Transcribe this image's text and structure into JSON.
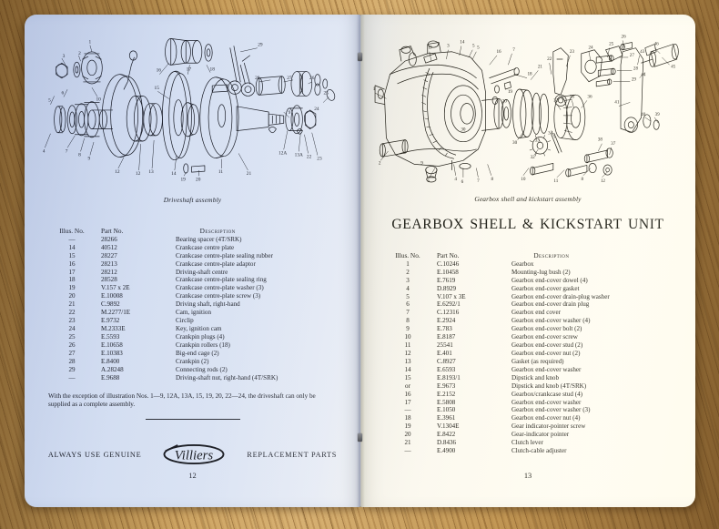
{
  "book": {
    "publisher_footer": {
      "left_text": "ALWAYS USE GENUINE",
      "logo_text": "Villiers",
      "right_text": "REPLACEMENT PARTS"
    }
  },
  "left_page": {
    "folio": "12",
    "figure_caption": "Driveshaft assembly",
    "table": {
      "headers": [
        "Illus. No.",
        "Part No.",
        "Description"
      ],
      "rows": [
        {
          "illus": "—",
          "part": "28266",
          "desc": "Bearing spacer (4T/SRK)"
        },
        {
          "illus": "14",
          "part": "40512",
          "desc": "Crankcase centre plate"
        },
        {
          "illus": "15",
          "part": "28227",
          "desc": "Crankcase centre-plate sealing rubber"
        },
        {
          "illus": "16",
          "part": "28213",
          "desc": "Crankcase centre-plate adaptor"
        },
        {
          "illus": "17",
          "part": "28212",
          "desc": "Driving-shaft centre"
        },
        {
          "illus": "18",
          "part": "28528",
          "desc": "Crankcase centre-plate sealing ring"
        },
        {
          "illus": "19",
          "part": "V.157 x 2E",
          "desc": "Crankcase centre-plate washer (3)"
        },
        {
          "illus": "20",
          "part": "E.10008",
          "desc": "Crankcase centre-plate screw (3)"
        },
        {
          "illus": "21",
          "part": "C.9892",
          "desc": "Driving shaft, right-hand"
        },
        {
          "illus": "22",
          "part": "M.2277/1E",
          "desc": "Cam, ignition"
        },
        {
          "illus": "23",
          "part": "E.9732",
          "desc": "Circlip"
        },
        {
          "illus": "24",
          "part": "M.2333E",
          "desc": "Key, ignition cam"
        },
        {
          "illus": "25",
          "part": "E.5593",
          "desc": "Crankpin plugs (4)"
        },
        {
          "illus": "26",
          "part": "E.10658",
          "desc": "Crankpin rollers (18)"
        },
        {
          "illus": "27",
          "part": "E.10383",
          "desc": "Big-end cage (2)"
        },
        {
          "illus": "28",
          "part": "E.8400",
          "desc": "Crankpin (2)"
        },
        {
          "illus": "29",
          "part": "A.28248",
          "desc": "Connecting rods (2)"
        },
        {
          "illus": "—",
          "part": "E.9688",
          "desc": "Driving-shaft nut, right-hand (4T/SRK)"
        }
      ]
    },
    "footnote": "With the exception of illustration Nos. 1—9, 12A, 13A, 15, 19, 20, 22—24, the driveshaft can only be supplied as a complete assembly."
  },
  "right_page": {
    "folio": "13",
    "figure_caption": "Gearbox shell and kickstart assembly",
    "heading": "GEARBOX SHELL & KICKSTART UNIT",
    "table": {
      "headers": [
        "Illus. No.",
        "Part No.",
        "Description"
      ],
      "rows": [
        {
          "illus": "1",
          "part": "C.10246",
          "desc": "Gearbox"
        },
        {
          "illus": "2",
          "part": "E.10458",
          "desc": "Mounting-lug bush (2)"
        },
        {
          "illus": "3",
          "part": "E.7619",
          "desc": "Gearbox end-cover dowel (4)"
        },
        {
          "illus": "4",
          "part": "D.8929",
          "desc": "Gearbox end-cover gasket"
        },
        {
          "illus": "5",
          "part": "V.107 x 3E",
          "desc": "Gearbox end-cover drain-plug washer"
        },
        {
          "illus": "6",
          "part": "E.6292/1",
          "desc": "Gearbox end-cover drain plug"
        },
        {
          "illus": "7",
          "part": "C.12316",
          "desc": "Gearbox end cover"
        },
        {
          "illus": "8",
          "part": "E.2924",
          "desc": "Gearbox end-cover washer (4)"
        },
        {
          "illus": "9",
          "part": "E.783",
          "desc": "Gearbox end-cover bolt (2)"
        },
        {
          "illus": "10",
          "part": "E.8187",
          "desc": "Gearbox end-cover screw"
        },
        {
          "illus": "11",
          "part": "25541",
          "desc": "Gearbox end-cover stud (2)"
        },
        {
          "illus": "12",
          "part": "E.401",
          "desc": "Gearbox end-cover nut (2)"
        },
        {
          "illus": "13",
          "part": "C.8927",
          "desc": "Gasket (as required)"
        },
        {
          "illus": "14",
          "part": "E.6593",
          "desc": "Gearbox end-cover washer"
        },
        {
          "illus": "15",
          "part": "E.8193/1",
          "desc": "Dipstick and knob"
        },
        {
          "illus": "or",
          "part": "E.9673",
          "desc": "Dipstick and knob (4T/SRK)"
        },
        {
          "illus": "16",
          "part": "E.2152",
          "desc": "Gearbox/crankcase stud (4)"
        },
        {
          "illus": "17",
          "part": "E.5808",
          "desc": "Gearbox end-cover washer"
        },
        {
          "illus": "—",
          "part": "E.1050",
          "desc": "Gearbox end-cover washer (3)"
        },
        {
          "illus": "18",
          "part": "E.3961",
          "desc": "Gearbox end-cover nut (4)"
        },
        {
          "illus": "19",
          "part": "V.1304E",
          "desc": "Gear indicator-pointer screw"
        },
        {
          "illus": "20",
          "part": "E.8422",
          "desc": "Gear-indicator pointer"
        },
        {
          "illus": "21",
          "part": "D.8436",
          "desc": "Clutch lever"
        },
        {
          "illus": "—",
          "part": "E.4900",
          "desc": "Clutch-cable adjuster"
        }
      ]
    }
  },
  "figures": {
    "driveshaft_callouts": [
      "1",
      "2",
      "3",
      "4",
      "5",
      "6",
      "7",
      "8",
      "9",
      "10",
      "11",
      "12",
      "12A",
      "13",
      "13A",
      "14",
      "15",
      "16",
      "17",
      "18",
      "19",
      "20",
      "21",
      "22",
      "23",
      "24",
      "25",
      "26",
      "27",
      "28",
      "29"
    ],
    "gearbox_callouts": [
      "1",
      "2",
      "3",
      "4",
      "5",
      "6",
      "7",
      "8",
      "9",
      "10",
      "11",
      "12",
      "13",
      "14",
      "15",
      "16",
      "17",
      "18",
      "19",
      "20",
      "21",
      "22",
      "23",
      "24",
      "25",
      "26",
      "27",
      "28",
      "29",
      "30",
      "31",
      "32",
      "33",
      "34",
      "35",
      "36",
      "37",
      "38",
      "39",
      "40",
      "41",
      "42",
      "43",
      "44",
      "45",
      "46"
    ]
  },
  "colors": {
    "desk_wood": "#c49a57",
    "page_left_paper": "#d7e1f4",
    "page_right_paper": "#fdfaf0",
    "ink": "#20232c"
  }
}
